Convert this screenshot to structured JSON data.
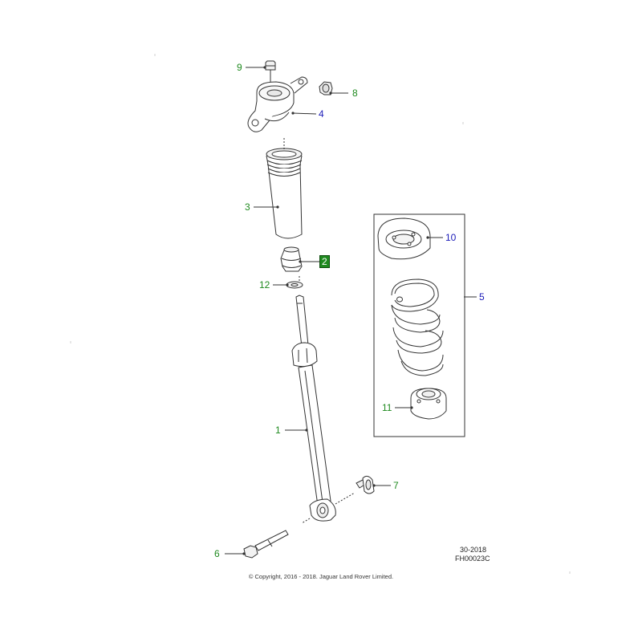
{
  "callouts": {
    "c1": "1",
    "c2": "2",
    "c3": "3",
    "c4": "4",
    "c5": "5",
    "c6": "6",
    "c7": "7",
    "c8": "8",
    "c9": "9",
    "c10": "10",
    "c11": "11",
    "c12": "12"
  },
  "footer": {
    "date_code": "30-2018",
    "figure_code": "FH00023C",
    "copyright": "© Copyright, 2016 - 2018. Jaguar Land Rover Limited."
  },
  "colors": {
    "callout_green": "#1f8a1f",
    "callout_blue": "#1a1ab8",
    "highlight": "#1f8a1f",
    "line": "#333333"
  }
}
